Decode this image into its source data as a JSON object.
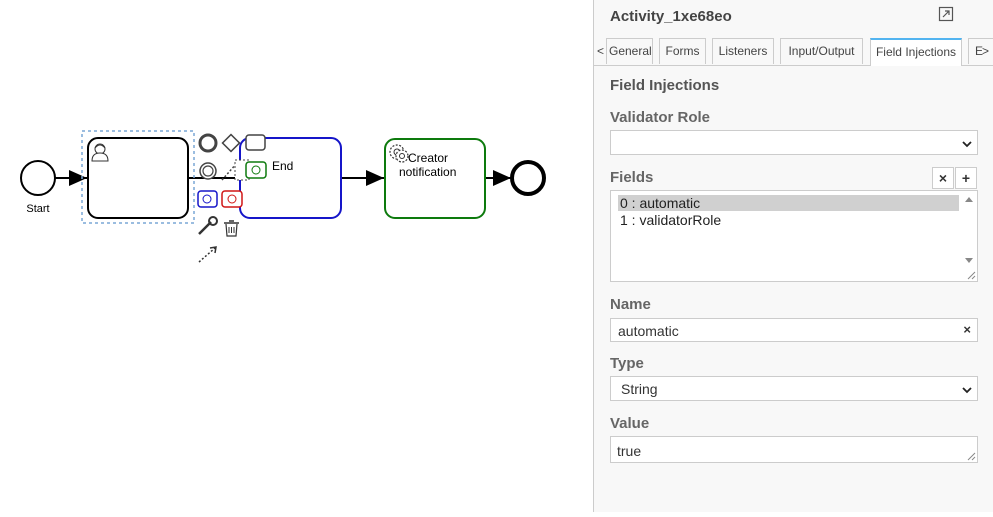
{
  "diagram": {
    "start_label": "Start",
    "task_end_label": "End",
    "service_task_label_line1": "Creator",
    "service_task_label_line2": "notification"
  },
  "panel": {
    "element_id": "Activity_1xe68eo",
    "tabs": [
      "General",
      "Forms",
      "Listeners",
      "Input/Output",
      "Field Injections",
      "E"
    ],
    "active_tab": "Field Injections",
    "section_title": "Field Injections",
    "validator_role": {
      "label": "Validator Role",
      "value": ""
    },
    "fields": {
      "label": "Fields",
      "items": [
        "0 : automatic",
        "1 : validatorRole"
      ],
      "selected_index": 0
    },
    "name": {
      "label": "Name",
      "value": "automatic"
    },
    "type": {
      "label": "Type",
      "value": "String"
    },
    "value": {
      "label": "Value",
      "value": "true"
    }
  },
  "icons": [
    "user-icon",
    "gear-icon",
    "popout-icon",
    "wrench-icon",
    "trash-icon",
    "connect-arrow-icon",
    "chevron-down-icon",
    "close-icon",
    "plus-icon"
  ]
}
